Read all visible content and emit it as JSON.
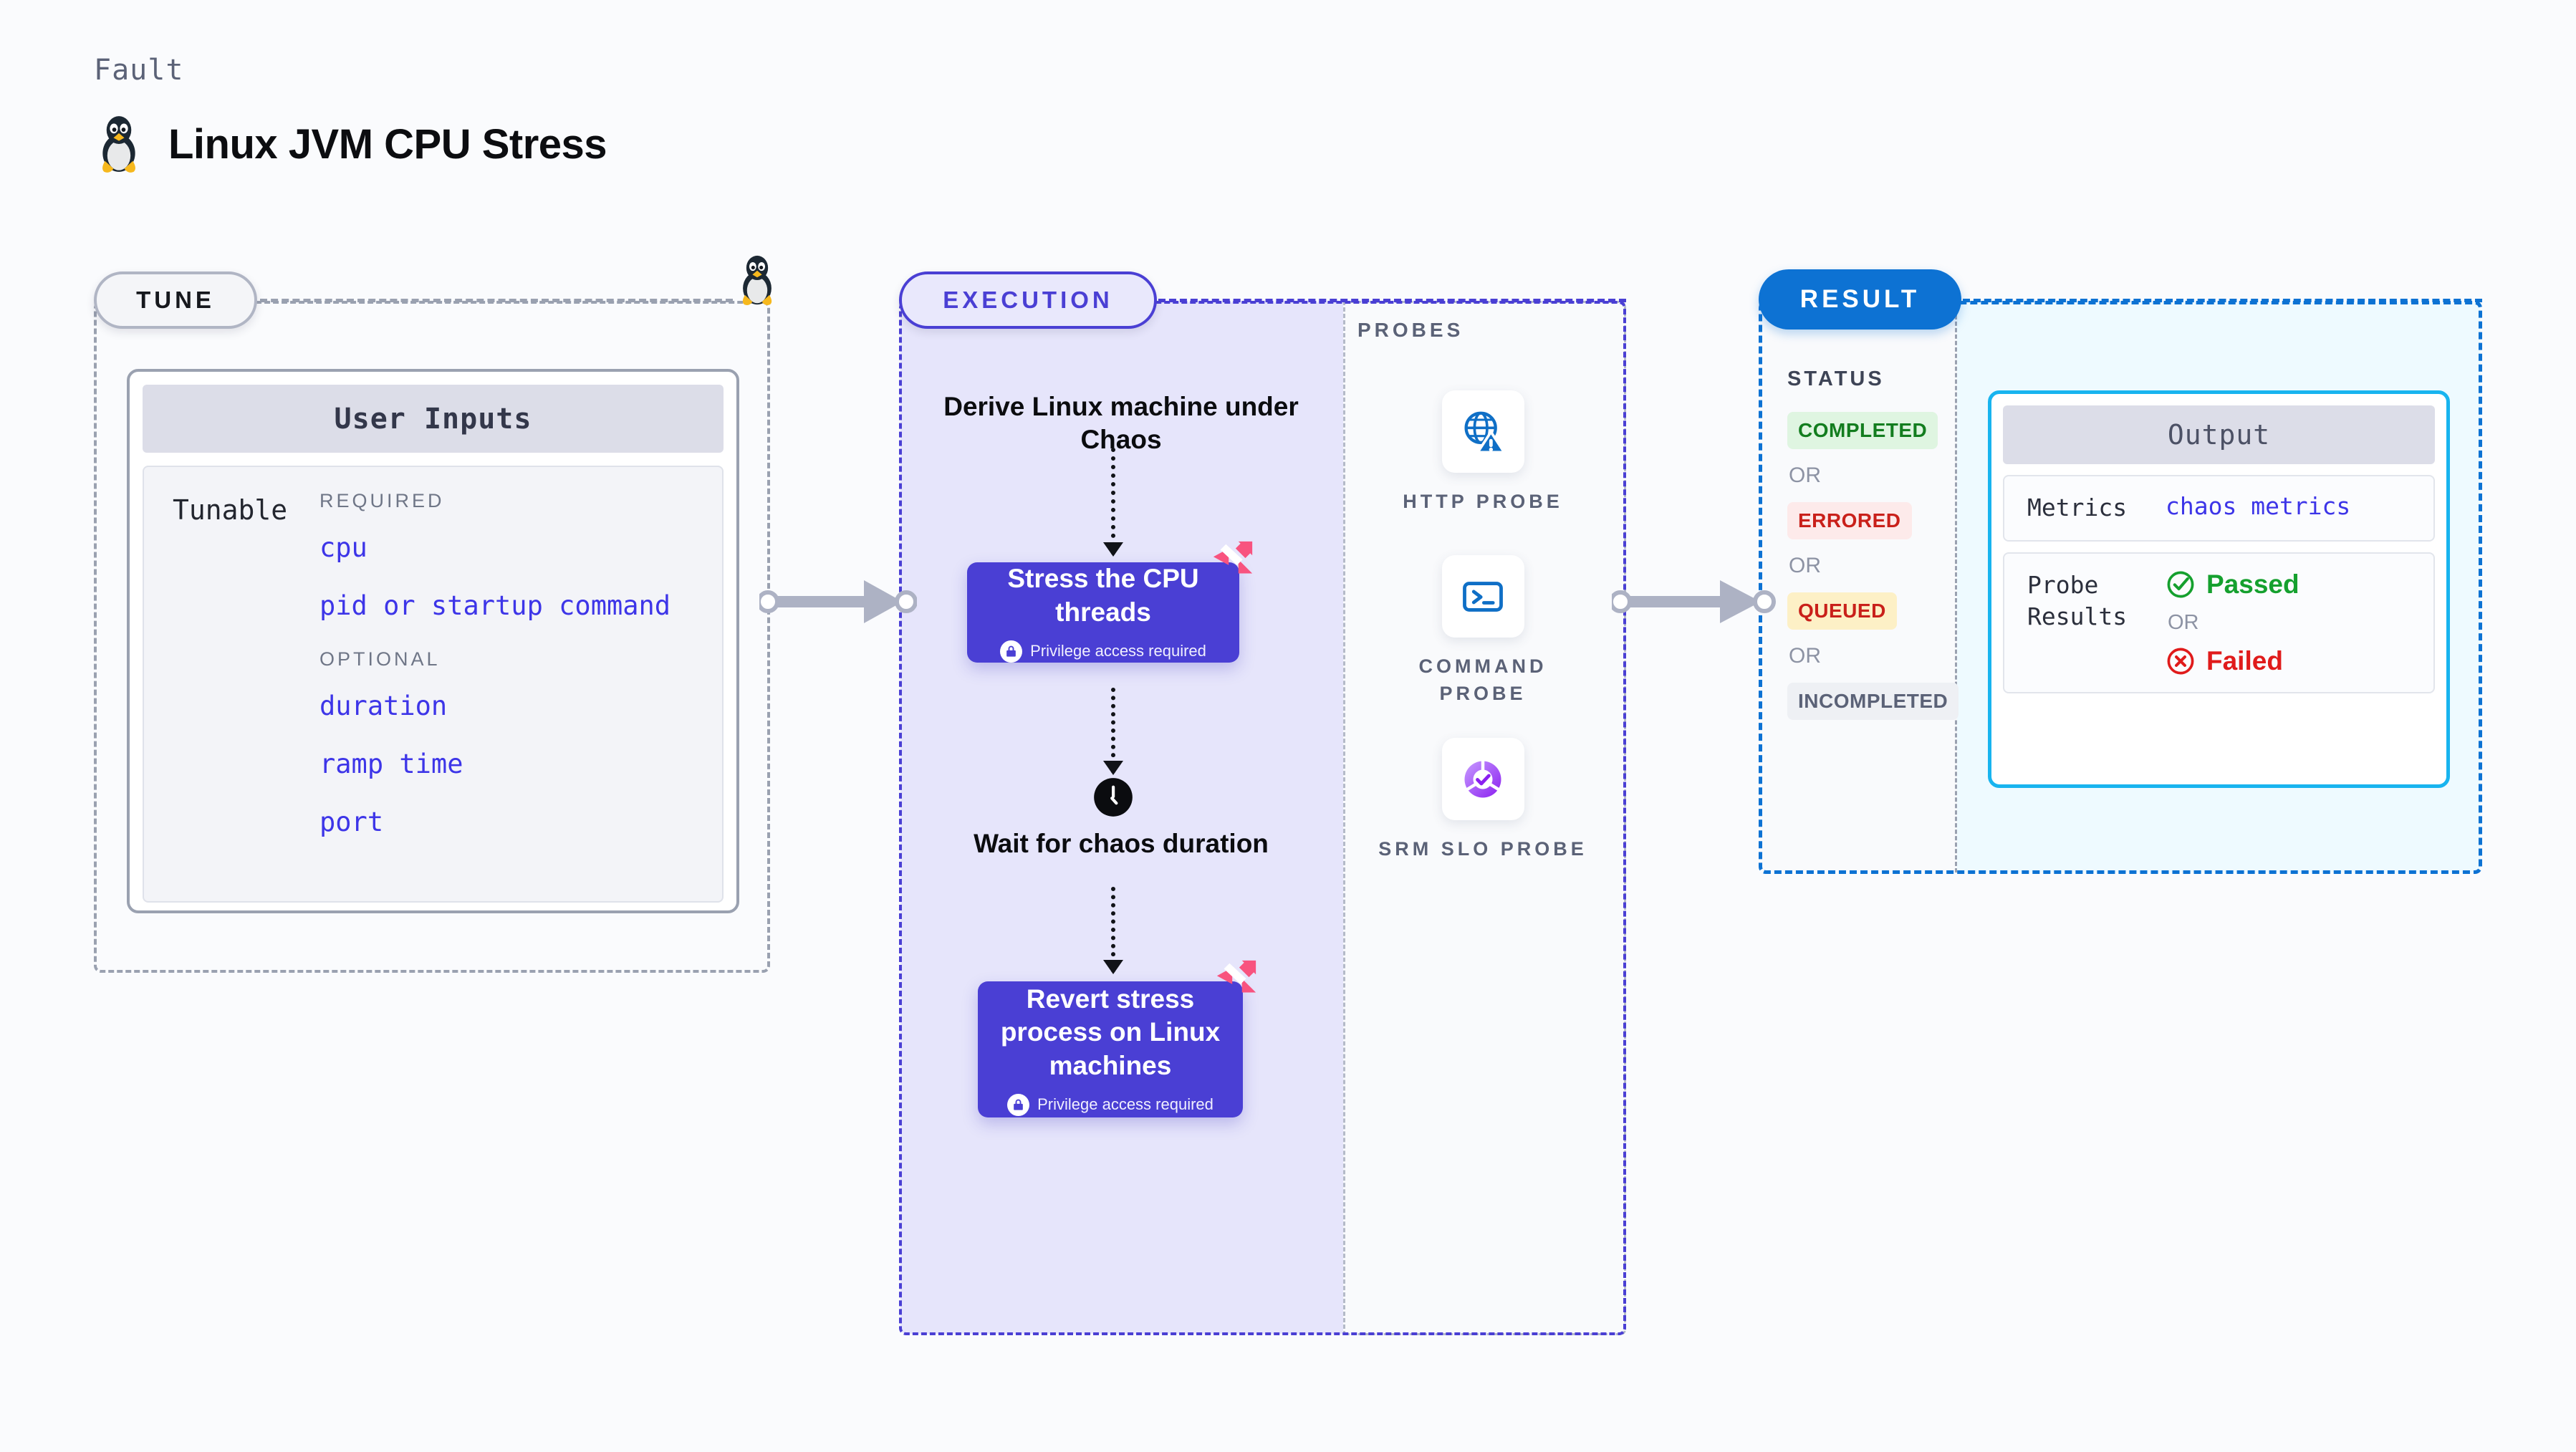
{
  "header": {
    "kicker": "Fault",
    "title": "Linux JVM CPU Stress",
    "icon": "linux-tux-icon"
  },
  "colors": {
    "execution_accent": "#4a3fd4",
    "result_accent": "#0d72d3",
    "tune_accent": "#9aa1b0",
    "output_border": "#18b4ef",
    "chaos_mark": "#f8537f",
    "tunable_value": "#3d35e8"
  },
  "tune": {
    "pill_label": "TUNE",
    "card_title": "User Inputs",
    "tunable_label": "Tunable",
    "groups": [
      {
        "label": "REQUIRED",
        "items": [
          "cpu",
          "pid or startup command"
        ]
      },
      {
        "label": "OPTIONAL",
        "items": [
          "duration",
          "ramp time",
          "port"
        ]
      }
    ]
  },
  "execution": {
    "pill_label": "EXECUTION",
    "steps": [
      {
        "type": "text",
        "label": "Derive Linux machine under Chaos"
      },
      {
        "type": "card",
        "label": "Stress the CPU threads",
        "privilege": "Privilege access required"
      },
      {
        "type": "wait",
        "label": "Wait for chaos duration",
        "icon": "clock-icon"
      },
      {
        "type": "card",
        "label": "Revert stress process on Linux machines",
        "privilege": "Privilege access required"
      }
    ]
  },
  "probes": {
    "section_label": "PROBES",
    "items": [
      {
        "name": "HTTP PROBE",
        "icon": "globe-warning-icon"
      },
      {
        "name": "COMMAND PROBE",
        "icon": "terminal-icon"
      },
      {
        "name": "SRM SLO PROBE",
        "icon": "slo-donut-check-icon"
      }
    ]
  },
  "result": {
    "pill_label": "RESULT",
    "status_label": "STATUS",
    "or_label": "OR",
    "statuses": [
      {
        "label": "COMPLETED",
        "bg": "#dff5e1",
        "fg": "#137d1f"
      },
      {
        "label": "ERRORED",
        "bg": "#fdeaea",
        "fg": "#c9201a"
      },
      {
        "label": "QUEUED",
        "bg": "#fdf0c6",
        "fg": "#c9201a"
      },
      {
        "label": "INCOMPLETED",
        "bg": "#eef0f4",
        "fg": "#5b6277"
      }
    ],
    "output": {
      "title": "Output",
      "metrics_key": "Metrics",
      "metrics_value": "chaos metrics",
      "probe_results_key": "Probe Results",
      "or_label": "OR",
      "passed_label": "Passed",
      "failed_label": "Failed",
      "passed_icon": "check-circle-icon",
      "failed_icon": "x-circle-icon"
    }
  }
}
